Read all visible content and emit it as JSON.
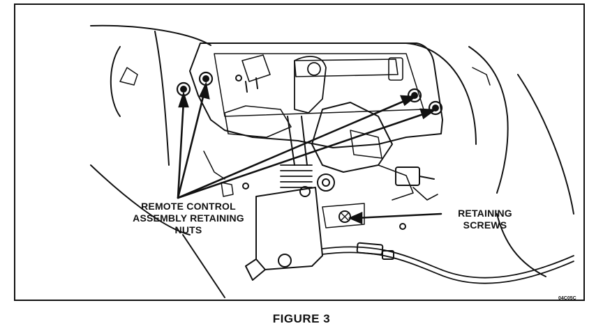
{
  "callouts": {
    "retaining_nuts": [
      "REMOTE CONTROL",
      "ASSEMBLY RETAINING",
      "NUTS"
    ],
    "retaining_screws": [
      "RETAINING",
      "SCREWS"
    ]
  },
  "code": "04C05C",
  "caption": "FIGURE 3"
}
